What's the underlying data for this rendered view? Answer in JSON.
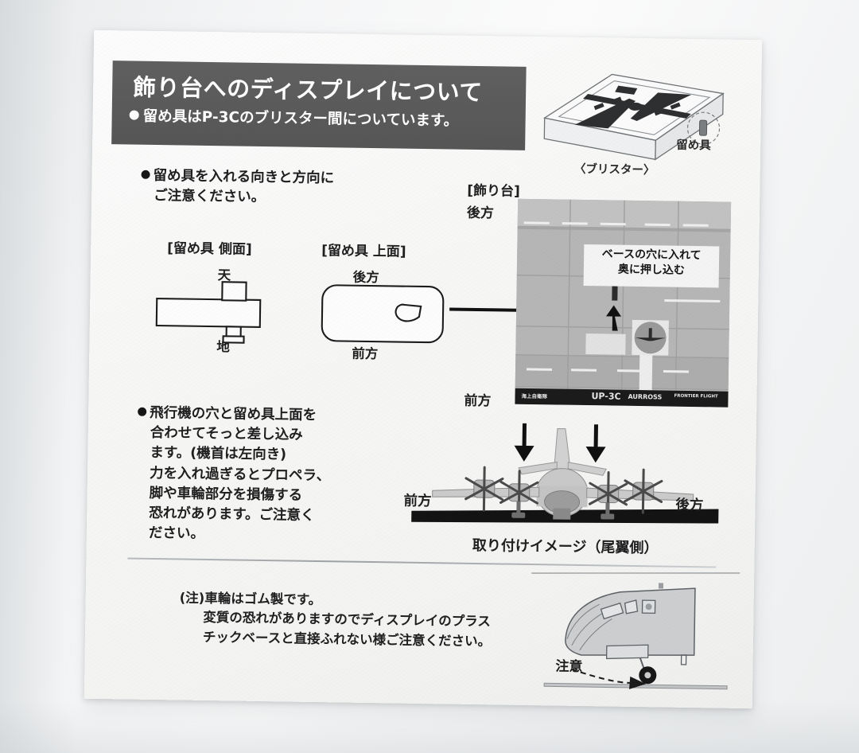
{
  "header": {
    "title": "飾り台へのディスプレイについて",
    "subtitle": "留め具はP-3Cのブリスター間についています。"
  },
  "blister": {
    "caption": "〈ブリスター〉",
    "fastener_label": "留め具"
  },
  "note1": {
    "line1": "留め具を入れる向きと方向に",
    "line2": "ご注意ください。"
  },
  "fastener_diagram": {
    "side_title": "[留め具 側面]",
    "top_title": "[留め具 上面]",
    "side_top_label": "天",
    "side_bottom_label": "地",
    "top_rear_label": "後方",
    "top_front_label": "前方"
  },
  "base_photo": {
    "title": "[飾り台]",
    "rear_label": "後方",
    "front_label": "前方",
    "callout_line1": "ベースの穴に入れて",
    "callout_line2": "奥に押し込む",
    "nameplate_left": "海上自衛隊",
    "nameplate_center": "UP-3C",
    "nameplate_center2": "AURROSS",
    "nameplate_right": "FRONTIER FLIGHT"
  },
  "note2": {
    "line1": "飛行機の穴と留め具上面を",
    "line2": "合わせてそっと差し込み",
    "line3": "ます。(機首は左向き)",
    "line4": "力を入れ過ぎるとプロペラ、",
    "line5": "脚や車輪部分を損傷する",
    "line6": "恐れがあります。ご注意く",
    "line7": "ださい。"
  },
  "plane_photo": {
    "front_label": "前方",
    "rear_label": "後方",
    "caption": "取り付けイメージ（尾翼側）"
  },
  "note3": {
    "line1": "(注)車輪はゴム製です。",
    "line2": "変質の恐れがありますのでディスプレイのプラス",
    "line3": "チックベースと直接ふれない様ご注意ください。"
  },
  "nose": {
    "warning_label": "注意"
  },
  "colors": {
    "header_band": "#5b5b5b",
    "paper": "#f8f8f7",
    "ink": "#1f1f1f",
    "photo_gray": "#b4b4b4",
    "nameplate": "#1b1b1b"
  }
}
